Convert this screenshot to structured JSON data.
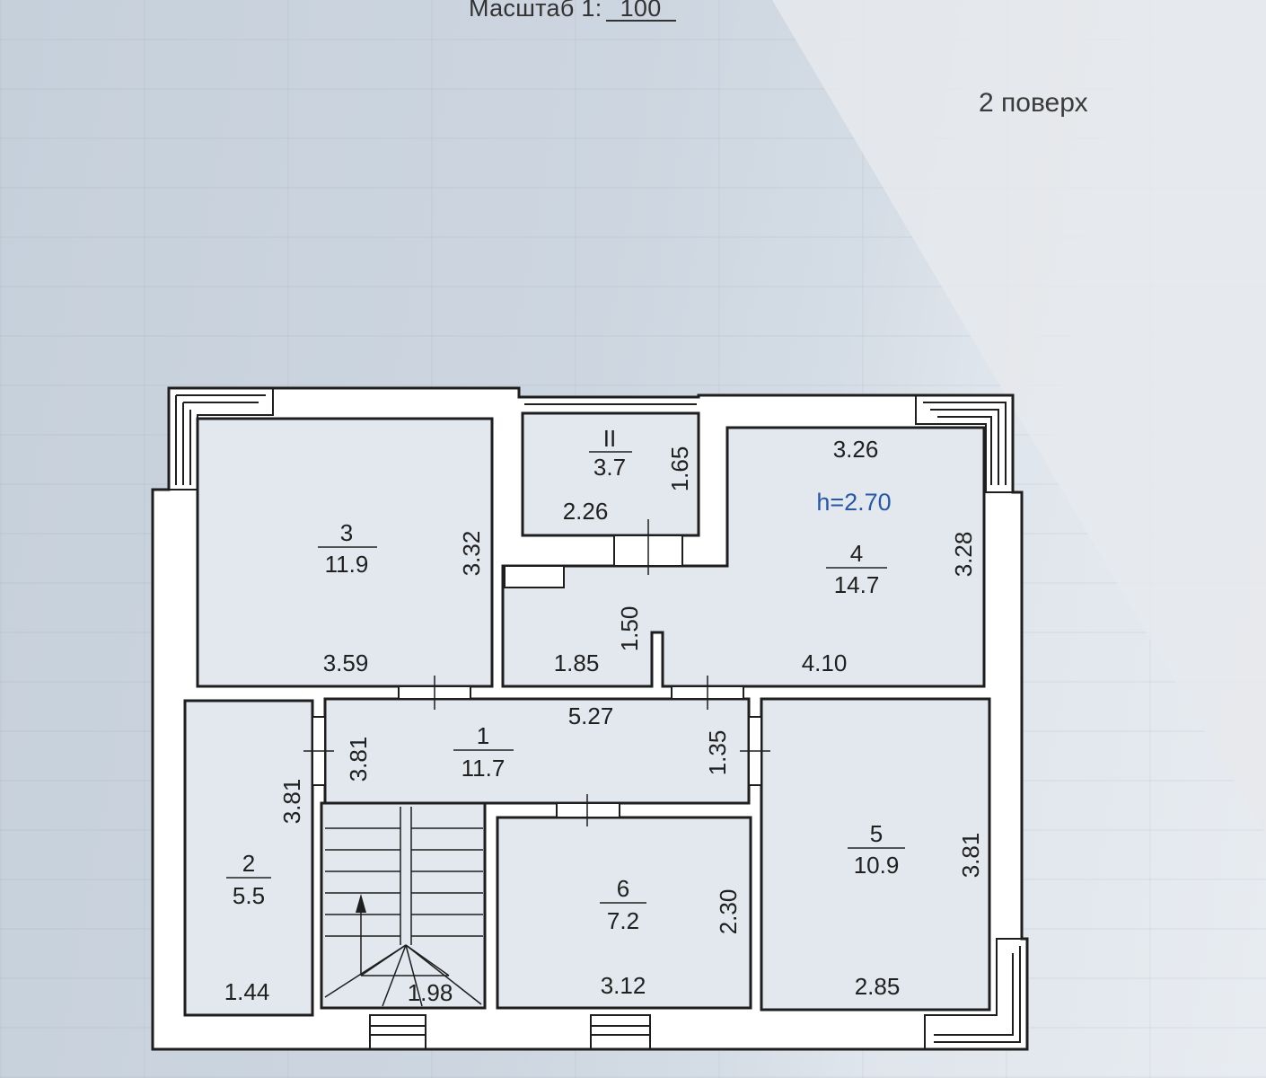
{
  "header": {
    "scale_prefix": "Масштаб 1:",
    "scale_value": "100",
    "floor": "2 поверх"
  },
  "height_note": "h=2.70",
  "rooms": [
    {
      "number": "1",
      "area": "11.7"
    },
    {
      "number": "2",
      "area": "5.5"
    },
    {
      "number": "3",
      "area": "11.9"
    },
    {
      "number": "4",
      "area": "14.7"
    },
    {
      "number": "5",
      "area": "10.9"
    },
    {
      "number": "6",
      "area": "7.2"
    },
    {
      "number": "II",
      "area": "3.7"
    }
  ],
  "dimensions": {
    "r3_width": "3.59",
    "r3_height": "3.32",
    "rII_width": "2.26",
    "rII_height": "1.65",
    "r4_width_top": "3.26",
    "r4_height": "3.28",
    "hall_width": "1.85",
    "hall_depth": "1.50",
    "r4_width_bottom": "4.10",
    "r1_width": "5.27",
    "r1_height": "3.81",
    "r1_door_height": "1.35",
    "r2_height": "3.81",
    "r2_width": "1.44",
    "stair_width": "1.98",
    "r6_width": "3.12",
    "r6_height": "2.30",
    "r5_height": "3.81",
    "r5_width": "2.85"
  },
  "colors": {
    "wall": "#ffffff",
    "line": "#1e1e1e",
    "height_note": "#2757a8"
  }
}
